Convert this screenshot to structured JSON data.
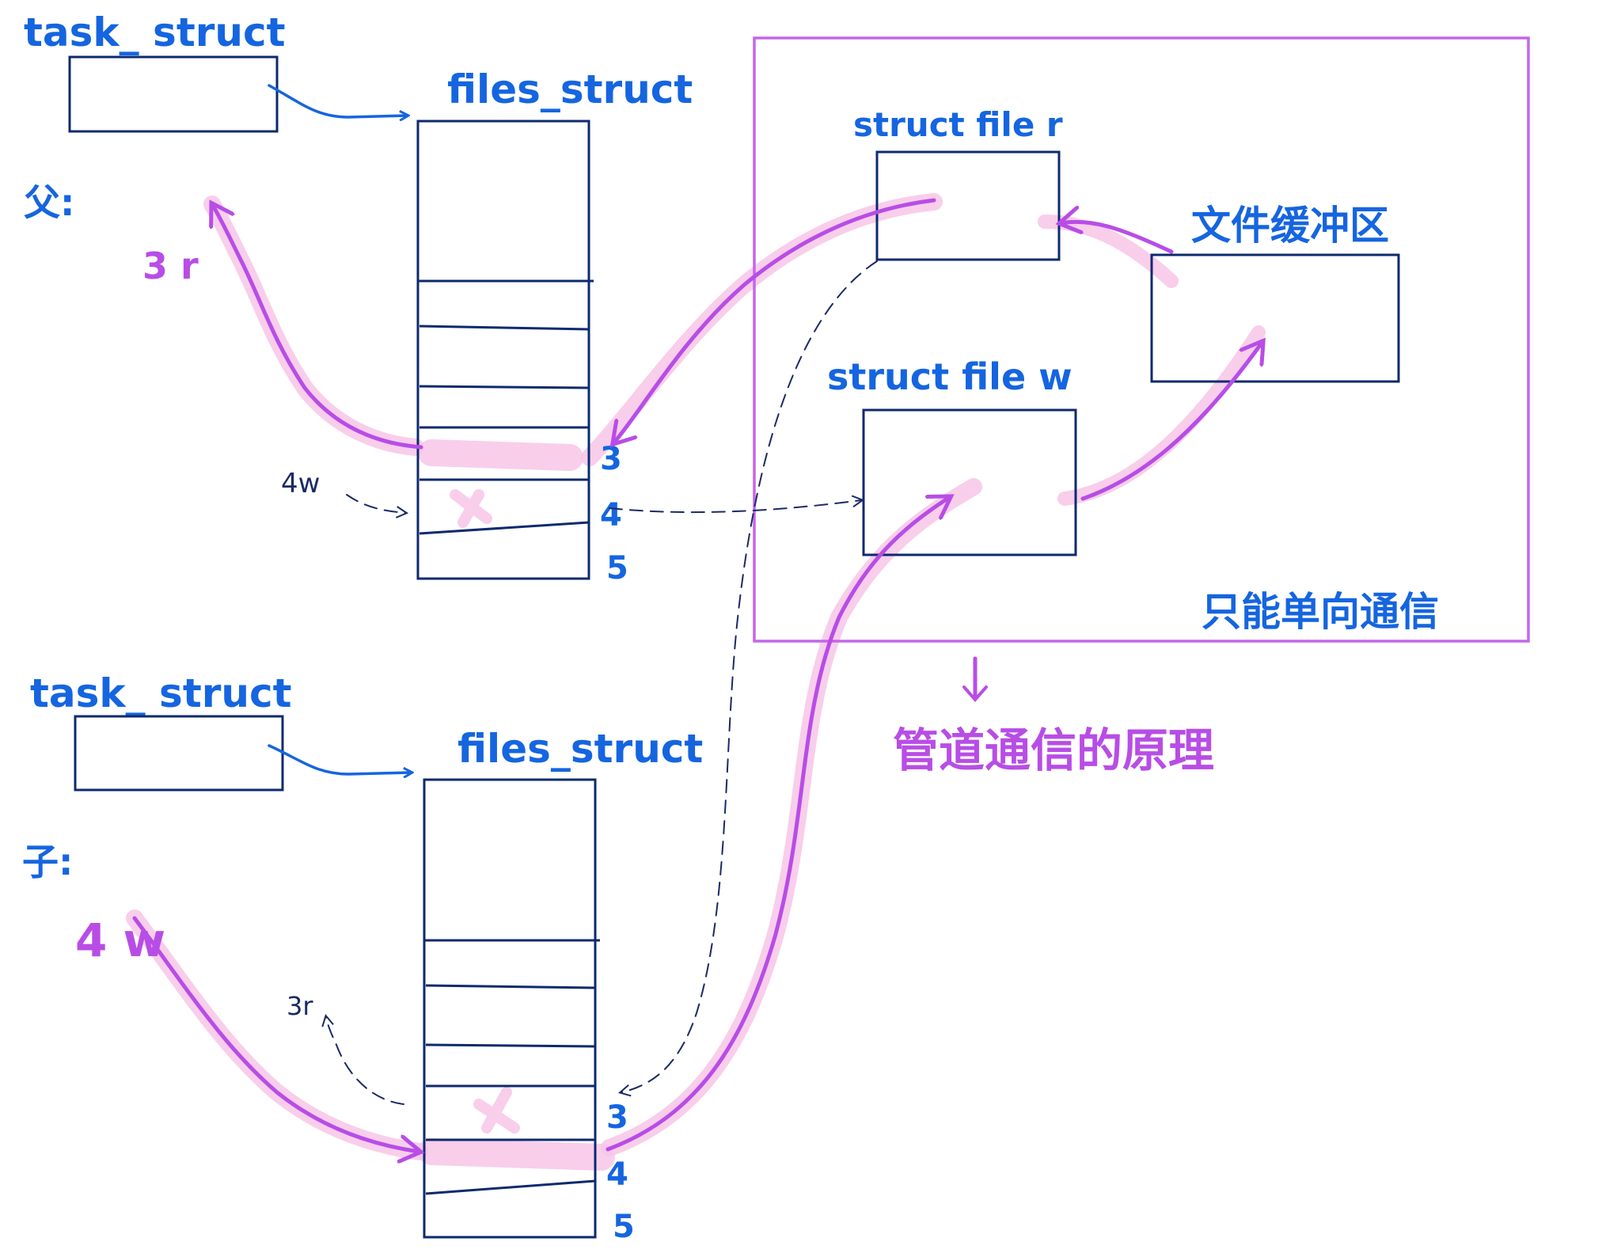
{
  "parent": {
    "task_struct_label": "task_ struct",
    "files_struct_label": "files_struct",
    "role_label": "父:",
    "fd3_note": "3 r",
    "fd4_note": "4w",
    "fd_numbers": [
      "3",
      "4",
      "5"
    ]
  },
  "child": {
    "task_struct_label": "task_ struct",
    "files_struct_label": "files_struct",
    "role_label": "子:",
    "fd4_note": "4 w",
    "fd3_note": "3r",
    "fd_numbers": [
      "3",
      "4",
      "5"
    ]
  },
  "kernel": {
    "file_r_label": "struct file r",
    "file_w_label": "struct file w",
    "buffer_label": "文件缓冲区",
    "one_way_note": "只能单向通信"
  },
  "caption": "管道通信的原理",
  "colors": {
    "blue": "#1565e0",
    "navy": "#0d2a6e",
    "purple": "#b84de6",
    "highlight": "#f7c6e8"
  }
}
